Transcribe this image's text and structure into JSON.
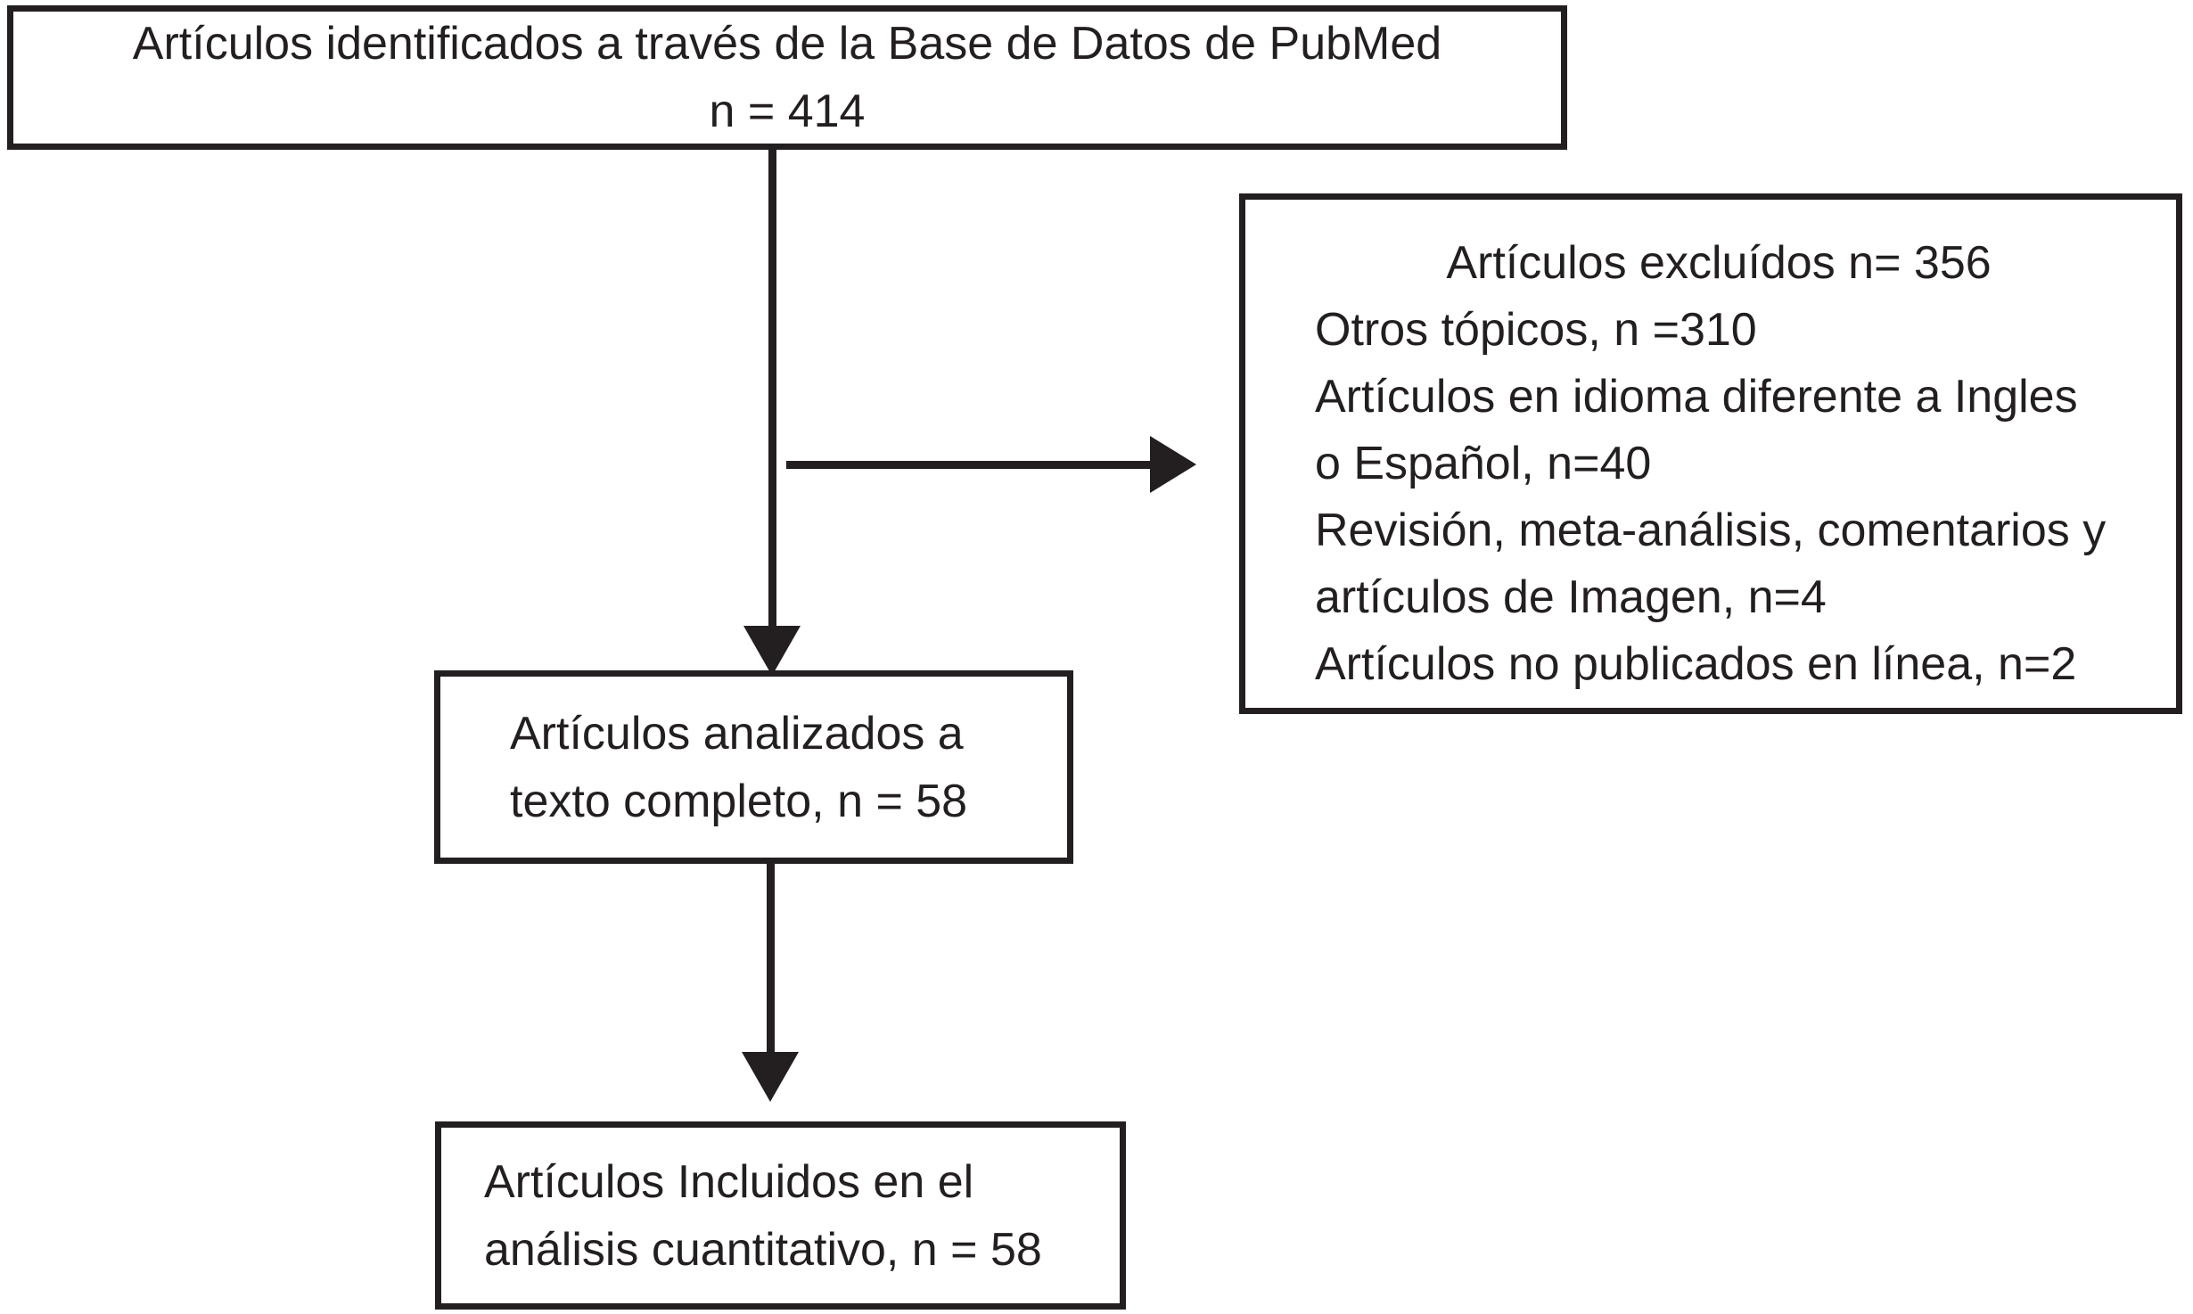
{
  "figure": {
    "type": "flow-diagram",
    "background_color": "#ffffff",
    "ink_color": "#231f20"
  },
  "flow": {
    "identified_box": {
      "lines": [
        "Artículos identificados a través de la Base de Datos de PubMed",
        "n = 414"
      ]
    },
    "excluded_box": {
      "heading": "Artículos excluídos n= 356",
      "items": [
        {
          "lines": [
            "Otros tópicos, n =310"
          ]
        },
        {
          "lines": [
            "Artículos en idioma diferente a Ingles",
            "o Español, n=40"
          ]
        },
        {
          "lines": [
            "Revisión, meta-análisis, comentarios y",
            "artículos de Imagen, n=4"
          ]
        },
        {
          "lines": [
            "Artículos no publicados en línea, n=2"
          ]
        }
      ]
    },
    "fulltext_box": {
      "lines": [
        "Artículos analizados a",
        "texto completo, n = 58"
      ]
    },
    "included_box": {
      "lines": [
        "Artículos Incluidos en el",
        "análisis cuantitativo, n = 58"
      ]
    },
    "arrows": [
      {
        "name": "identified-to-fulltext",
        "direction": "down"
      },
      {
        "name": "identified-to-excluded",
        "direction": "right"
      },
      {
        "name": "fulltext-to-included",
        "direction": "down"
      }
    ]
  }
}
